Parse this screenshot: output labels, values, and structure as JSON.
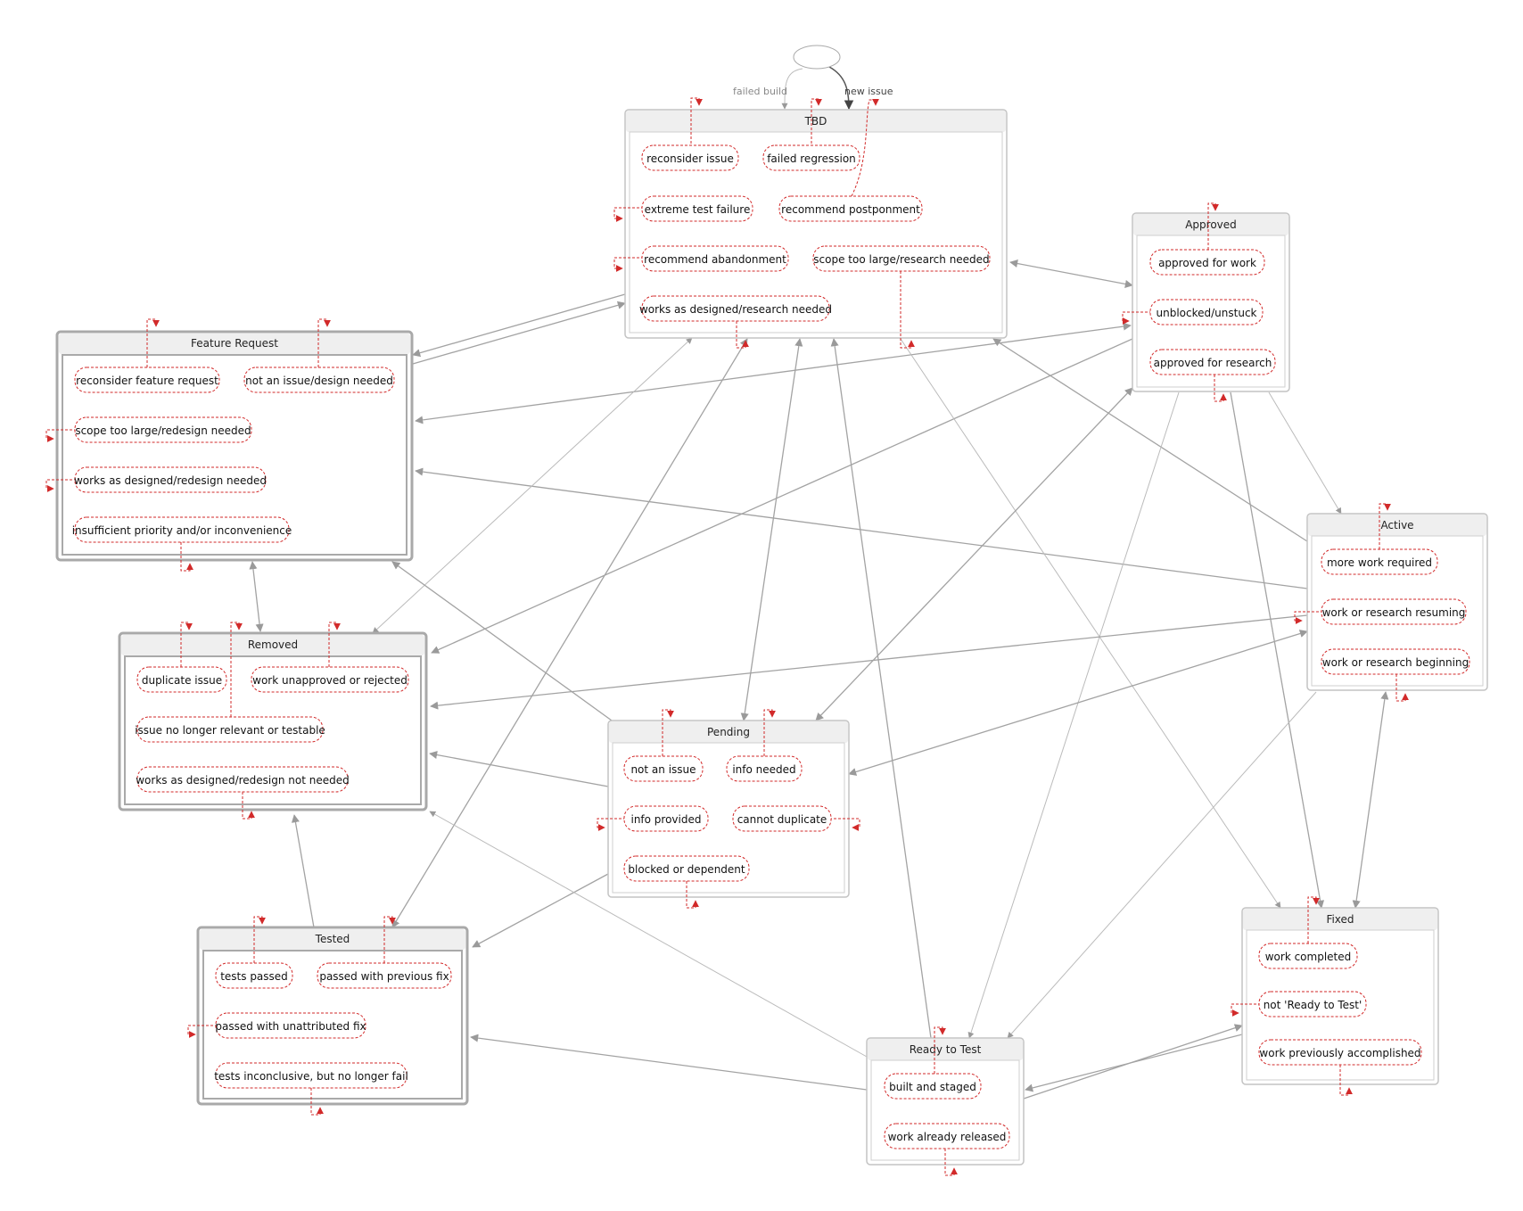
{
  "initial_edges": [
    {
      "id": "failed_build",
      "label": "failed build",
      "style": "light"
    },
    {
      "id": "new_issue",
      "label": "new issue",
      "style": "dark"
    }
  ],
  "states": [
    {
      "id": "tbd",
      "title": "TBD",
      "thick": false,
      "triggers": [
        "reconsider issue",
        "failed regression",
        "extreme test failure",
        "recommend postponment",
        "recommend abandonment",
        "scope too large/research needed",
        "works as designed/research needed"
      ]
    },
    {
      "id": "approved",
      "title": "Approved",
      "thick": false,
      "triggers": [
        "approved for work",
        "unblocked/unstuck",
        "approved for research"
      ]
    },
    {
      "id": "feature_request",
      "title": "Feature Request",
      "thick": true,
      "triggers": [
        "reconsider feature request",
        "not an issue/design needed",
        "scope too large/redesign needed",
        "works as designed/redesign needed",
        "insufficient priority and/or inconvenience"
      ]
    },
    {
      "id": "active",
      "title": "Active",
      "thick": false,
      "triggers": [
        "more work required",
        "work or research resuming",
        "work or research beginning"
      ]
    },
    {
      "id": "removed",
      "title": "Removed",
      "thick": true,
      "triggers": [
        "duplicate issue",
        "work unapproved or rejected",
        "issue no longer relevant or testable",
        "works as designed/redesign not needed"
      ]
    },
    {
      "id": "pending",
      "title": "Pending",
      "thick": false,
      "triggers": [
        "not an issue",
        "info needed",
        "info provided",
        "cannot duplicate",
        "blocked or dependent"
      ]
    },
    {
      "id": "tested",
      "title": "Tested",
      "thick": true,
      "triggers": [
        "tests passed",
        "passed with previous fix",
        "passed with unattributed fix",
        "tests inconclusive, but no longer fail"
      ]
    },
    {
      "id": "fixed",
      "title": "Fixed",
      "thick": false,
      "triggers": [
        "work completed",
        "not 'Ready to Test'",
        "work previously accomplished"
      ]
    },
    {
      "id": "ready_to_test",
      "title": "Ready to Test",
      "thick": false,
      "triggers": [
        "built and staged",
        "work already released"
      ]
    }
  ]
}
